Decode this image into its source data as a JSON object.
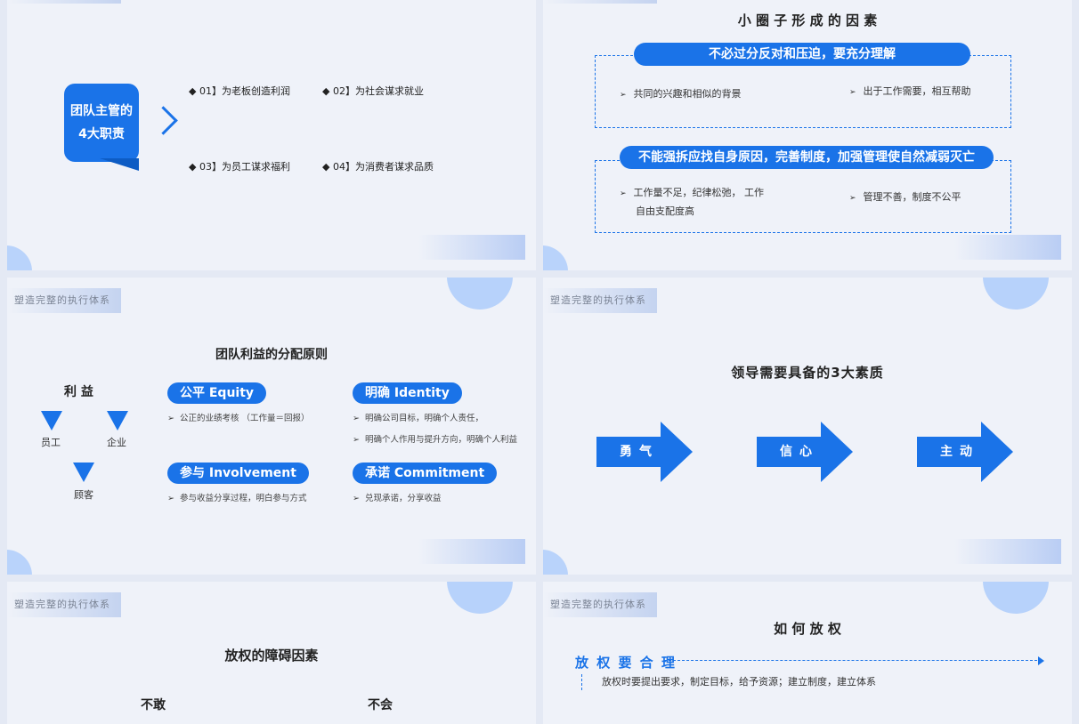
{
  "common": {
    "section_tag": "塑造完整的执行体系"
  },
  "slide1": {
    "bubble_line1": "团队主管的",
    "bubble_line2": "4大职责",
    "duties": [
      "◆ 01】为老板创造利润",
      "◆ 02】为社会谋求就业",
      "◆ 03】为员工谋求福利",
      "◆ 04】为消费者谋求品质"
    ]
  },
  "slide2": {
    "title": "小 圈 子 形 成 的 因 素",
    "box1": {
      "heading": "不必过分反对和压迫，要充分理解",
      "left": "共同的兴趣和相似的背景",
      "right": "出于工作需要，相互帮助"
    },
    "box2": {
      "heading": "不能强拆应找自身原因，完善制度，加强管理使自然减弱灭亡",
      "left_l1": "工作量不足，纪律松弛，  工作",
      "left_l2": "自由支配度高",
      "right": "管理不善，制度不公平"
    }
  },
  "slide3": {
    "title": "团队利益的分配原则",
    "interest": "利 益",
    "parties": [
      "员工",
      "企业",
      "顾客"
    ],
    "principles": [
      {
        "name": "公平 Equity",
        "items": [
          "公正的业绩考核 （工作量＝回报）"
        ]
      },
      {
        "name": "明确 Identity",
        "items": [
          "明确公司目标，明确个人责任，",
          "明确个人作用与提升方向，明确个人利益"
        ]
      },
      {
        "name": "参与 Involvement",
        "items": [
          "参与收益分享过程，明白参与方式"
        ]
      },
      {
        "name": "承诺 Commitment",
        "items": [
          "兑现承诺，分享收益"
        ]
      }
    ]
  },
  "slide4": {
    "title": "领导需要具备的3大素质",
    "qualities": [
      "勇气",
      "信心",
      "主动"
    ]
  },
  "slide5": {
    "title": "放权的障碍因素",
    "labels": [
      "不敢",
      "不会"
    ]
  },
  "slide6": {
    "title": "如 何 放 权",
    "point_heading": "放 权 要 合 理",
    "point_text": "放权时要提出要求，制定目标，给予资源；建立制度，建立体系"
  },
  "bullet_marker": "➢",
  "colors": {
    "accent": "#1a73e8",
    "light_accent": "#b7d2fb",
    "background": "#eff2f9"
  }
}
